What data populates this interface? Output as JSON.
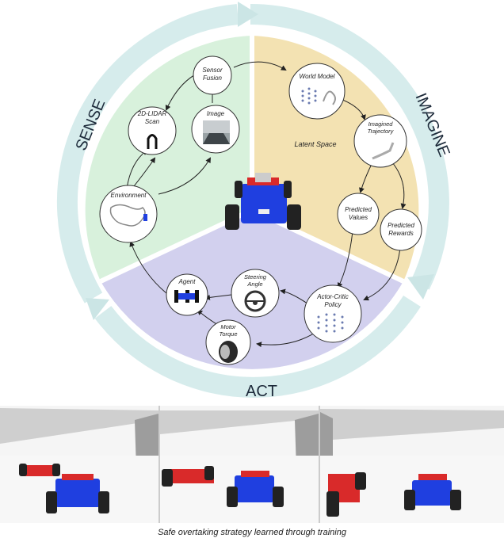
{
  "sections": {
    "sense": "SENSE",
    "imagine": "IMAGINE",
    "act": "ACT"
  },
  "nodes": {
    "sensor_fusion": [
      "Sensor",
      "Fusion"
    ],
    "lidar": [
      "2D-LIDAR",
      "Scan"
    ],
    "image": "Image",
    "environment": "Environment",
    "world_model": "World Model",
    "imagined_trajectory": [
      "Imagined",
      "Trajectory"
    ],
    "latent_space": "Latent Space",
    "predicted_values": [
      "Predicted",
      "Values"
    ],
    "predicted_rewards": [
      "Predicted",
      "Rewards"
    ],
    "actor_critic": [
      "Actor-Critic",
      "Policy"
    ],
    "steering": [
      "Steering",
      "Angle"
    ],
    "agent": "Agent",
    "motor": [
      "Motor",
      "Torque"
    ]
  },
  "caption": "Safe overtaking strategy learned through training",
  "colors": {
    "sense_fill": "#d8f1dc",
    "imagine_fill": "#f3e2b2",
    "act_fill": "#d2d0ee",
    "arrow_band": "#d6ecec",
    "agent_car": "#1f3fe0",
    "opponent_car": "#d92a2a"
  }
}
